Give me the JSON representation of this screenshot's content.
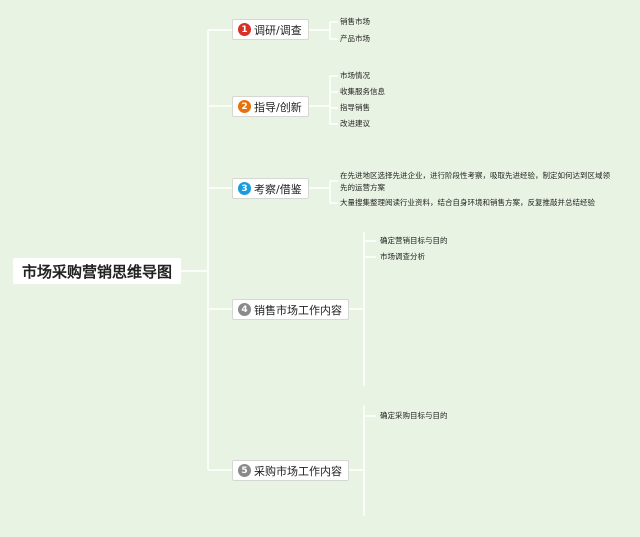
{
  "root": {
    "label": "市场采购营销思维导图"
  },
  "branches": [
    {
      "num": "1",
      "label": "调研/调查",
      "color": "#d93025",
      "leaves": [
        "销售市场",
        "产品市场"
      ]
    },
    {
      "num": "2",
      "label": "指导/创新",
      "color": "#e8710a",
      "leaves": [
        "市场情况",
        "收集服务信息",
        "指导销售",
        "改进建议"
      ]
    },
    {
      "num": "3",
      "label": "考察/借鉴",
      "color": "#1a9be0",
      "leaves": [
        "在先进地区选择先进企业，进行阶段性考察，吸取先进经验，制定如何达到区域领先的运营方案",
        "大量搜集整理阅读行业资料，结合自身环境和销售方案，反复推敲并总结经验"
      ]
    },
    {
      "num": "4",
      "label": "销售市场工作内容",
      "color": "#8a8a8a",
      "leaves": [
        "确定营销目标与目的",
        "市场调查分析"
      ]
    },
    {
      "num": "5",
      "label": "采购市场工作内容",
      "color": "#8a8a8a",
      "leaves": [
        "确定采购目标与目的"
      ]
    }
  ],
  "colors": {
    "background": "#e9f3e3",
    "line": "#ffffff"
  }
}
